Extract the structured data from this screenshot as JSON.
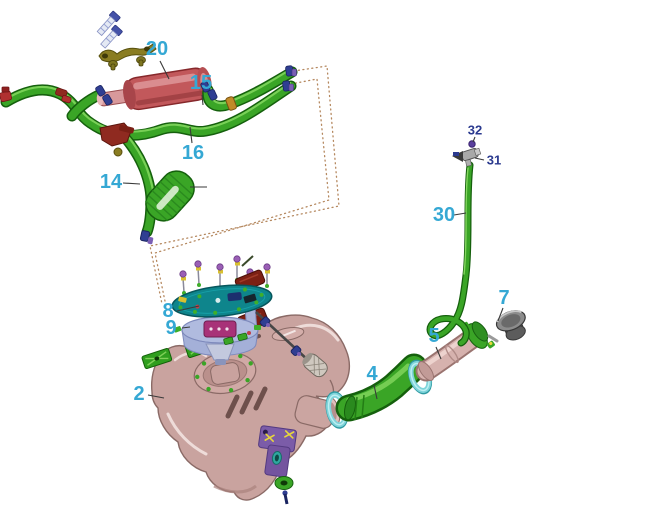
{
  "diagram": {
    "background_color": "#ffffff",
    "callout_style": {
      "primary_color": "#35a8d4",
      "secondary_color": "#2b3a8f",
      "leader_color": "#3a3a3a",
      "dashed_reference_color": "#b5885f"
    },
    "part_colors": {
      "hose_green": "#3aa526",
      "fuel_filter_red": "#c2585b",
      "tank_pink": "#c9a39f",
      "clamp_teal": "#54bcc4",
      "pump_plate_teal": "#0e858c",
      "seal_ring_lavender": "#b0bbdf",
      "bracket_purple": "#7b5ca8",
      "pad_maroon": "#7c2014",
      "cap_gray": "#6a6a6a",
      "clip_navy": "#2f3e92",
      "screw_head_purple": "#9a5fb5",
      "bracket_olive": "#8a7d22"
    },
    "callouts": {
      "c2": {
        "text": "2"
      },
      "c4": {
        "text": "4"
      },
      "c5": {
        "text": "5"
      },
      "c7": {
        "text": "7"
      },
      "c8": {
        "text": "8"
      },
      "c9": {
        "text": "9"
      },
      "c14": {
        "text": "14"
      },
      "c15": {
        "text": "15"
      },
      "c16": {
        "text": "16"
      },
      "c20": {
        "text": "20"
      },
      "c30": {
        "text": "30"
      },
      "c31": {
        "text": "31"
      },
      "c32": {
        "text": "32"
      }
    }
  }
}
